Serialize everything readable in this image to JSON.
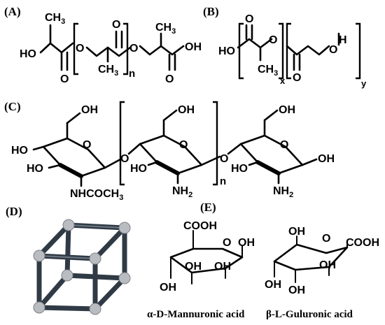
{
  "panels": {
    "a": "(A)",
    "b": "(B)",
    "c": "(C)",
    "d": "(D)",
    "e": "(E)"
  },
  "atoms": {
    "ho": "HO",
    "oh": "OH",
    "o": "O",
    "h": "H",
    "ch3": "CH",
    "three": "3",
    "n": "n",
    "x": "x",
    "y": "y",
    "nhcoch3": "NHCOCH",
    "nh2": "NH",
    "two": "2",
    "cooh": "COOH"
  },
  "captions": {
    "mannuronic": "α-D-Mannuronic acid",
    "guluronic": "β-L-Guluronic acid"
  },
  "colors": {
    "ink": "#000000",
    "rod": "#2f3a45",
    "node": "#b9bcc0"
  }
}
